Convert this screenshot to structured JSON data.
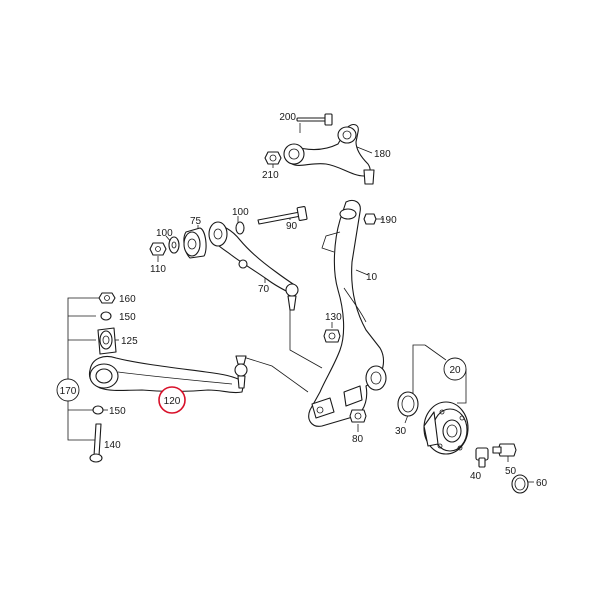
{
  "callouts": {
    "200": "200",
    "180": "180",
    "210": "210",
    "75": "75",
    "100_upper": "100",
    "90": "90",
    "190": "190",
    "100_left": "100",
    "110": "110",
    "70": "70",
    "10": "10",
    "130": "130",
    "160": "160",
    "150_upper": "150",
    "125": "125",
    "170": "170",
    "120": "120",
    "150_lower": "150",
    "140": "140",
    "80": "80",
    "30": "30",
    "20": "20",
    "40": "40",
    "50": "50",
    "60": "60"
  },
  "highlight": {
    "part": "120",
    "color": "#d8112a"
  },
  "colors": {
    "line": "#1a1a1a",
    "background": "#ffffff"
  }
}
